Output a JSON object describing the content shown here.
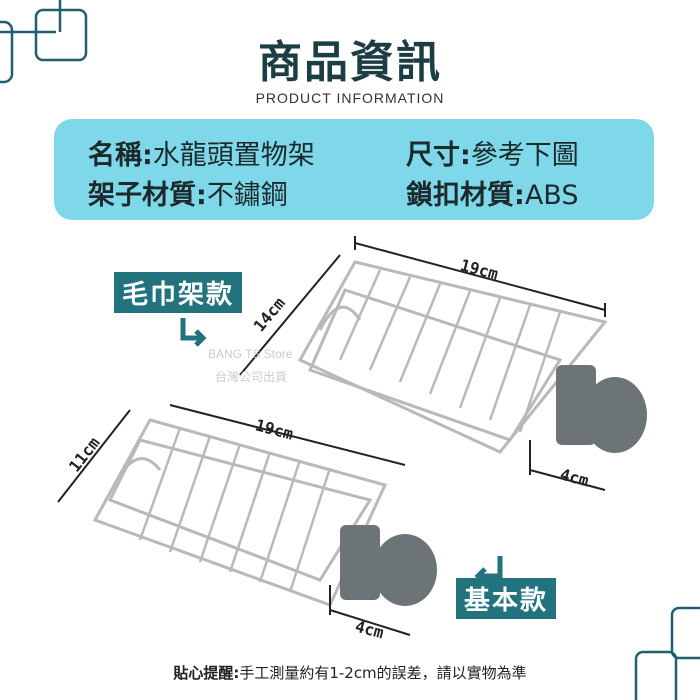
{
  "header": {
    "title": "商品資訊",
    "subtitle": "PRODUCT INFORMATION"
  },
  "info": {
    "name_label": "名稱:",
    "name_value": "水龍頭置物架",
    "size_label": "尺寸:",
    "size_value": "參考下圖",
    "frame_label": "架子材質:",
    "frame_value": "不鏽鋼",
    "lock_label": "鎖扣材質:",
    "lock_value": "ABS"
  },
  "variants": {
    "towel": "毛巾架款",
    "basic": "基本款"
  },
  "dimensions": {
    "towel_length": "19cm",
    "towel_width": "14cm",
    "towel_clamp": "4cm",
    "basic_length": "19cm",
    "basic_width": "11cm",
    "basic_clamp": "4cm"
  },
  "watermark": {
    "line1": "BANG TS Store",
    "line2": "台灣公司出貨"
  },
  "note": {
    "label": "貼心提醒:",
    "text": "手工測量約有1-2cm的誤差，請以實物為準"
  },
  "colors": {
    "teal": "#23737f",
    "light_blue": "#7ed8ea",
    "title": "#1b3e45"
  }
}
